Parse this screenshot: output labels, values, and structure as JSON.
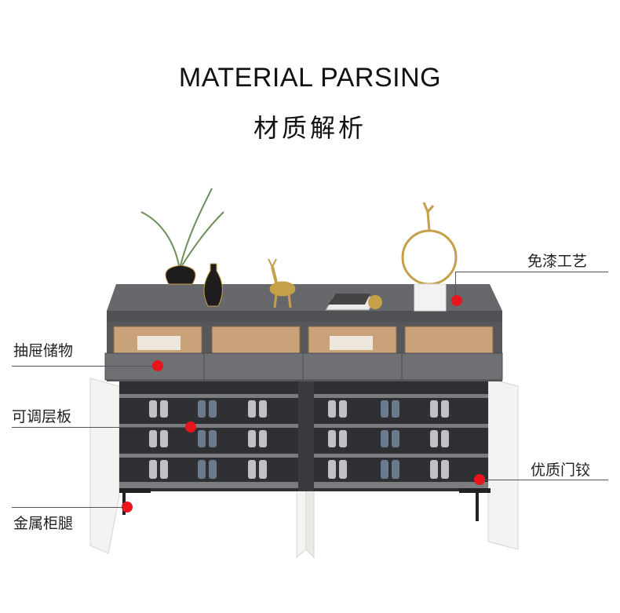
{
  "header": {
    "title_en": "MATERIAL PARSING",
    "title_cn": "材质解析"
  },
  "callouts": [
    {
      "id": "finish",
      "label": "免漆工艺"
    },
    {
      "id": "drawer",
      "label": "抽屉储物"
    },
    {
      "id": "shelf",
      "label": "可调层板"
    },
    {
      "id": "hinge",
      "label": "优质门铰"
    },
    {
      "id": "legs",
      "label": "金属柜腿"
    }
  ],
  "colors": {
    "marker": "#e8151b",
    "cabinet_top": "#5d5f63",
    "door": "#f4f3f1",
    "drawer_wood": "#c9a27a"
  }
}
